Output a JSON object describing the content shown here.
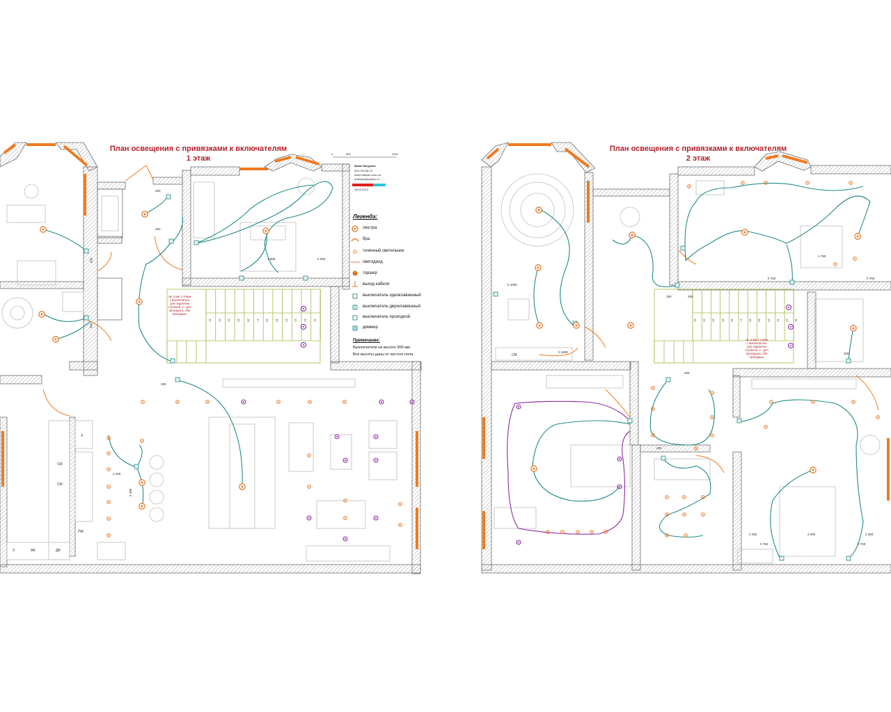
{
  "plans": [
    {
      "title_line1": "План освещения с привязками к включателям",
      "title_line2": "1 этаж"
    },
    {
      "title_line1": "План освещения с привязками к включателям",
      "title_line2": "2 этаж"
    }
  ],
  "stamp": {
    "name": "Мама Натурана",
    "phone": "099-750-86-70",
    "site": "www.mdkyan.com.ua",
    "email": "mdkrpyr@yandex.ru",
    "date": "18.04.2013",
    "scale_labels": [
      "0",
      "500",
      "2000"
    ]
  },
  "legend": {
    "title": "Легенда:",
    "items": [
      {
        "icon": "chandelier-icon",
        "label": "люстра"
      },
      {
        "icon": "sconce-icon",
        "label": "бра"
      },
      {
        "icon": "spotlight-icon",
        "label": "точечный светильник"
      },
      {
        "icon": "led-strip-icon",
        "label": "светодиод"
      },
      {
        "icon": "floor-lamp-icon",
        "label": "торшер"
      },
      {
        "icon": "cable-outlet-icon",
        "label": "выход кабеля"
      },
      {
        "icon": "single-switch-icon",
        "label": "выключатель одноклавишный"
      },
      {
        "icon": "double-switch-icon",
        "label": "выключатель двухклавишный"
      },
      {
        "icon": "pass-switch-icon",
        "label": "выключатель проходной"
      },
      {
        "icon": "dimmer-icon",
        "label": "диммер"
      }
    ]
  },
  "notes": {
    "title": "Примечание:",
    "lines": [
      "Выключатели на высоте 900 мм.",
      "Все высоты даны от чистого пола."
    ]
  },
  "callouts": {
    "floor1_stairs": [
      "см. план 2 этажа",
      "1 выключатель",
      "для подсветки",
      "ступеней, 2 - для",
      "проходных, оба",
      "проходные"
    ],
    "floor2_stairs": [
      "см. план 1 этажа",
      "1 выключатель",
      "для подсветки",
      "ступеней, 2 - для",
      "проходных, оба",
      "проходные"
    ]
  },
  "dimensions": {
    "f1": [
      "200",
      "200",
      "200",
      "200",
      "200",
      "2 100",
      "2 400",
      "1 950",
      "2 050"
    ],
    "f2": [
      "h 1000",
      "h 1600",
      "h 750",
      "h 750",
      "h 750",
      "h 750",
      "200",
      "150",
      "250",
      "200",
      "200",
      "1 450",
      "2 300",
      "1 450",
      "1 750"
    ]
  },
  "room_labels": {
    "f1_kitchen": [
      "Х",
      "МК",
      "ДВ",
      "СМ",
      "СМ",
      "ПМ",
      "Х"
    ],
    "f2_bath": [
      "СМ"
    ]
  },
  "stair_numbers": [
    "22",
    "21",
    "20",
    "19",
    "18",
    "17",
    "16",
    "15",
    "14",
    "13",
    "12",
    "11"
  ],
  "colors": {
    "wall": "#6b6b6b",
    "window": "#f07a1e",
    "wire_teal": "#1f8a86",
    "wire_purple": "#8a2aa0",
    "fixture": "#e8792a",
    "title": "#b3202a",
    "stairs": "#a6b844",
    "hatch": "#8f8f8f"
  }
}
